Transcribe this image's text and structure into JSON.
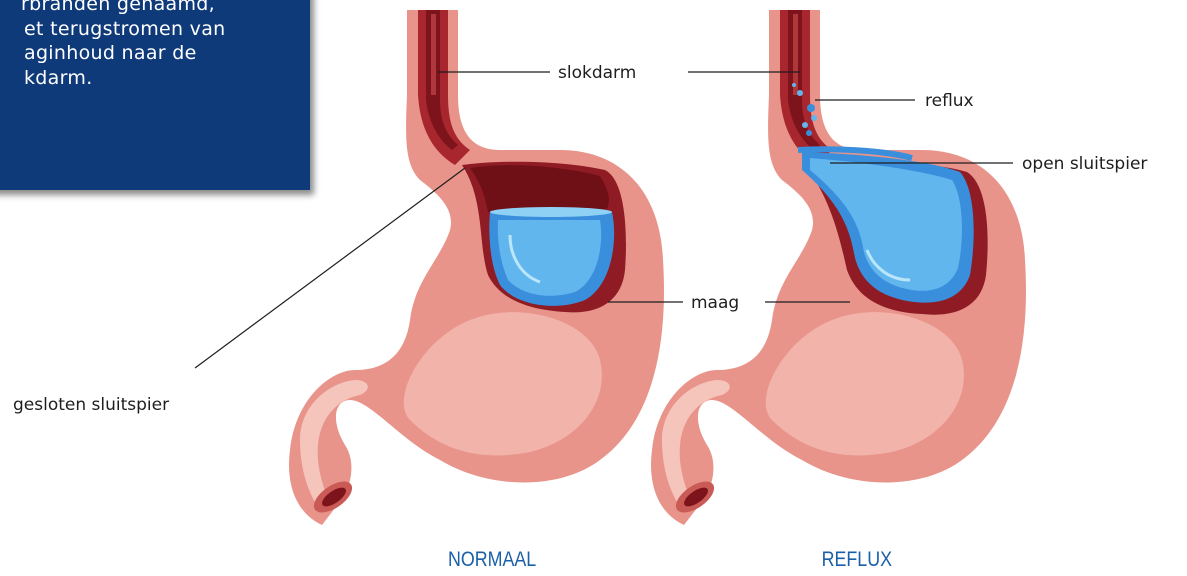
{
  "info_box": {
    "lines": [
      "rbranden genaamd,",
      "et terugstromen van",
      "aginhoud naar de",
      "kdarm."
    ]
  },
  "labels": {
    "slokdarm": "slokdarm",
    "reflux": "reflux",
    "open_sluitspier": "open sluitspier",
    "maag": "maag",
    "gesloten_sluitspier": "gesloten sluitspier"
  },
  "captions": {
    "normal": "NORMAAL",
    "reflux": "REFLUX"
  },
  "colors": {
    "box_blue": "#0f3a7a",
    "caption_blue": "#1a5fa8",
    "stomach_outer": "#e8948a",
    "stomach_light": "#f2b3aa",
    "lining_dark": "#8f1c24",
    "fluid_blue": "#3a8fdc",
    "fluid_light": "#62b6ee"
  }
}
